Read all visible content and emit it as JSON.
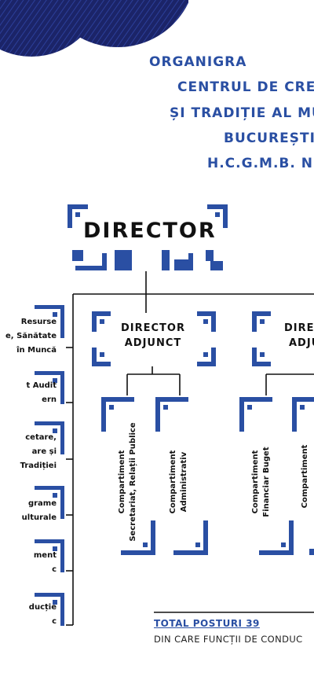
{
  "header": {
    "title_lines": [
      "ORGANIGRA",
      "CENTRUL DE CREA",
      "ȘI TRADIȚIE AL MU",
      "BUCUREȘTI",
      "H.C.G.M.B. NR"
    ]
  },
  "colors": {
    "accent": "#2a4fa3",
    "dark_blue": "#1b2a72",
    "text": "#111111"
  },
  "director": {
    "label": "DIRECTOR"
  },
  "deputies": [
    {
      "line1": "DIRECTOR",
      "line2": "ADJUNCT"
    },
    {
      "line1": "DIREC",
      "line2": "ADJU"
    }
  ],
  "left_departments": [
    {
      "lines": [
        "Resurse",
        "e, Sănătate",
        "în Muncă"
      ]
    },
    {
      "lines": [
        "t Audit",
        "ern"
      ]
    },
    {
      "lines": [
        "cetare,",
        "are și",
        "Tradiției"
      ]
    },
    {
      "lines": [
        "grame",
        "ulturale"
      ]
    },
    {
      "lines": [
        "ment",
        "c"
      ]
    },
    {
      "lines": [
        "ducție",
        "c"
      ]
    }
  ],
  "compartments": [
    {
      "line1": "Compartiment",
      "line2": "Secretariat, Relații Publice"
    },
    {
      "line1": "Compartiment",
      "line2": "Administrativ"
    },
    {
      "line1": "Compartiment",
      "line2": "Financiar Buget"
    },
    {
      "line1": "Compartiment",
      "line2": ""
    }
  ],
  "footer": {
    "total_label": "TOTAL POSTURI  39",
    "sub_label": "DIN CARE FUNCȚII DE CONDUC"
  }
}
